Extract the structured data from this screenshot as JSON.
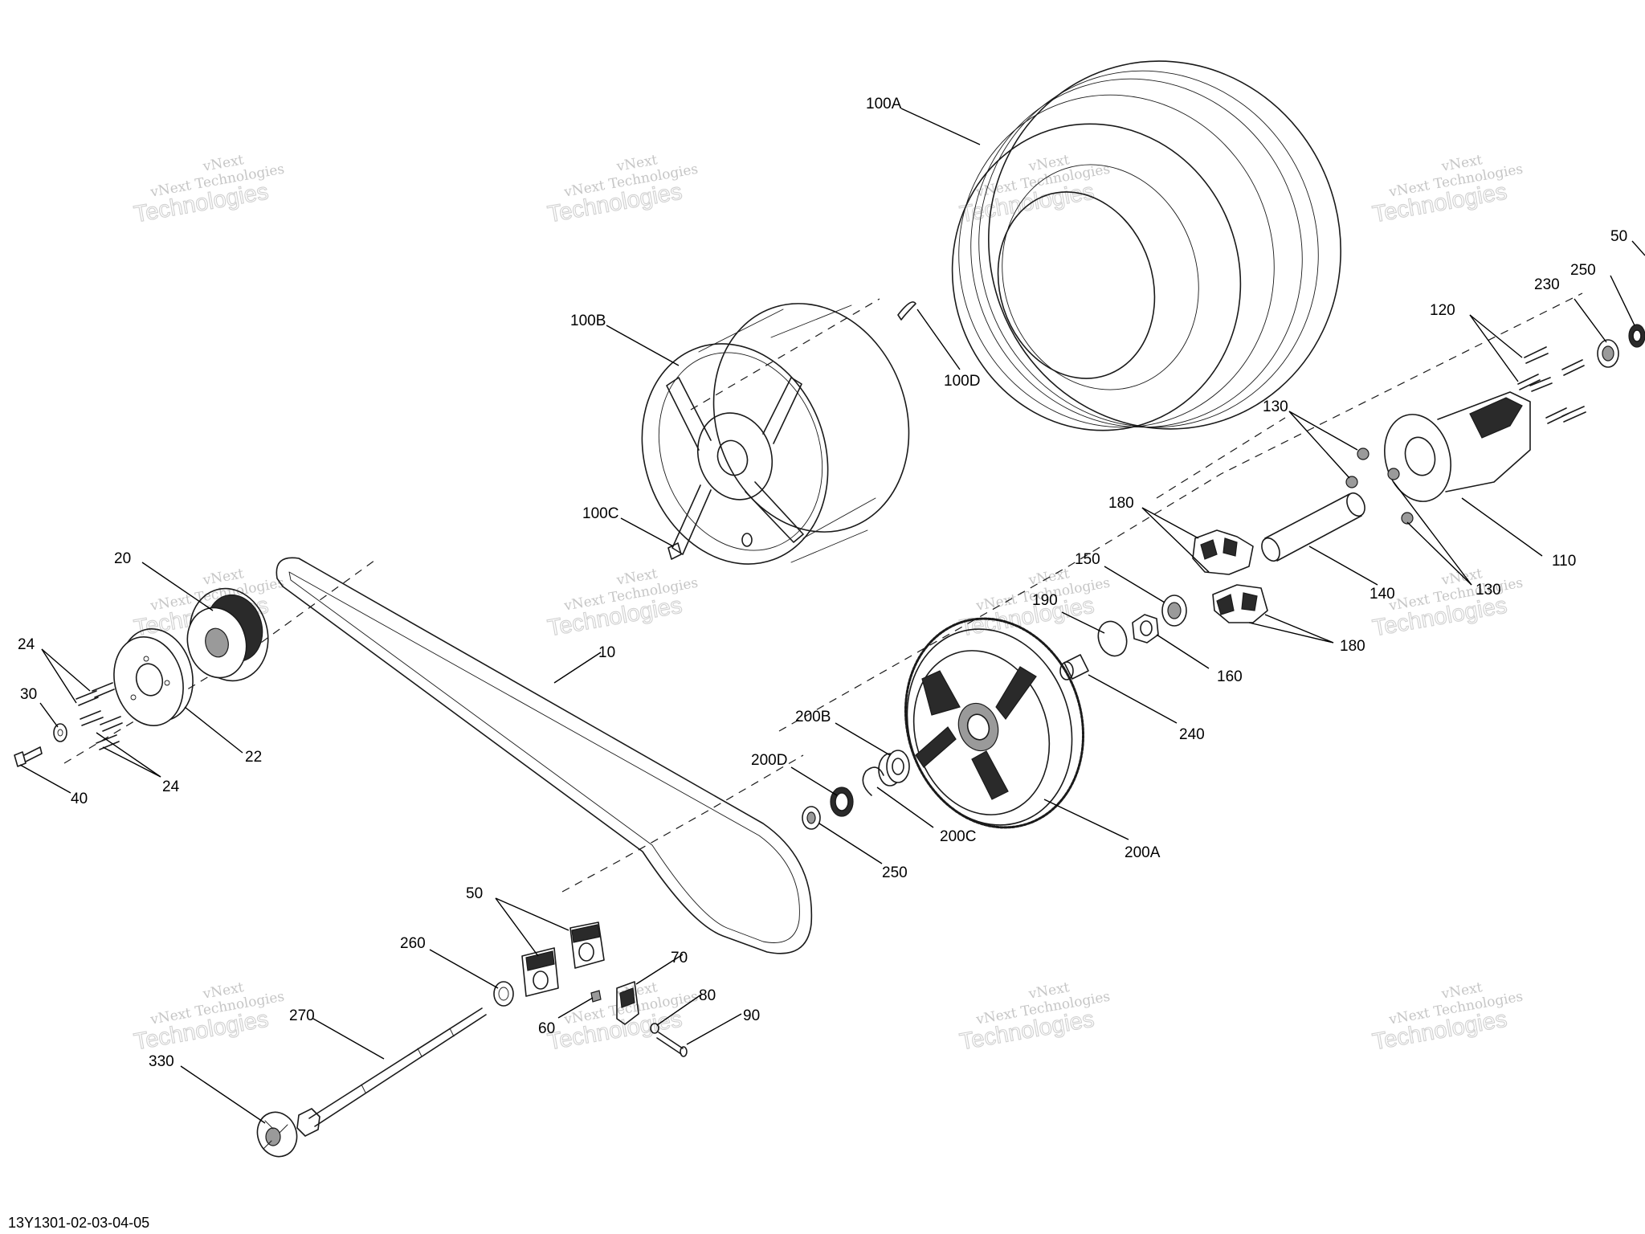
{
  "watermark": {
    "line1": "vNext",
    "line2": "vNext Technologies",
    "line3": "Technologies"
  },
  "document_id": "13Y1301-02-03-04-05",
  "labels": {
    "p100A": "100A",
    "p100B": "100B",
    "p100C": "100C",
    "p100D": "100D",
    "p10": "10",
    "p20": "20",
    "p22": "22",
    "p24a": "24",
    "p24b": "24",
    "p30": "30",
    "p40": "40",
    "p50a": "50",
    "p50b": "50",
    "p60": "60",
    "p70": "70",
    "p80": "80",
    "p90": "90",
    "p110": "110",
    "p120": "120",
    "p130a": "130",
    "p130b": "130",
    "p140": "140",
    "p150": "150",
    "p160": "160",
    "p180a": "180",
    "p180b": "180",
    "p190": "190",
    "p200A": "200A",
    "p200B": "200B",
    "p200C": "200C",
    "p200D": "200D",
    "p230": "230",
    "p240": "240",
    "p250a": "250",
    "p250b": "250",
    "p260": "260",
    "p270": "270",
    "p330": "330"
  }
}
